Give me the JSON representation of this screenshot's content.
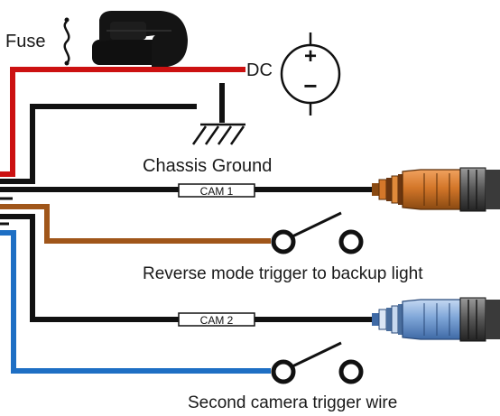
{
  "labels": {
    "fuse": "Fuse",
    "dc": "DC",
    "chassis_ground": "Chassis Ground",
    "cam1": "CAM 1",
    "cam2": "CAM 2",
    "reverse_trigger": "Reverse mode trigger to backup light",
    "second_trigger": "Second camera trigger wire"
  },
  "battery": {
    "positive": "+",
    "negative": "−"
  },
  "colors": {
    "red_wire": "#cc1111",
    "black_wire": "#111111",
    "brown_wire": "#a0561a",
    "blue_wire": "#1e6fc4",
    "cam1_plug": "#d4772a",
    "cam2_plug": "#7fa6d8"
  },
  "icons": [
    "fuse-holder-icon",
    "battery-icon",
    "ground-icon",
    "switch-icon",
    "rca-plug-icon"
  ]
}
